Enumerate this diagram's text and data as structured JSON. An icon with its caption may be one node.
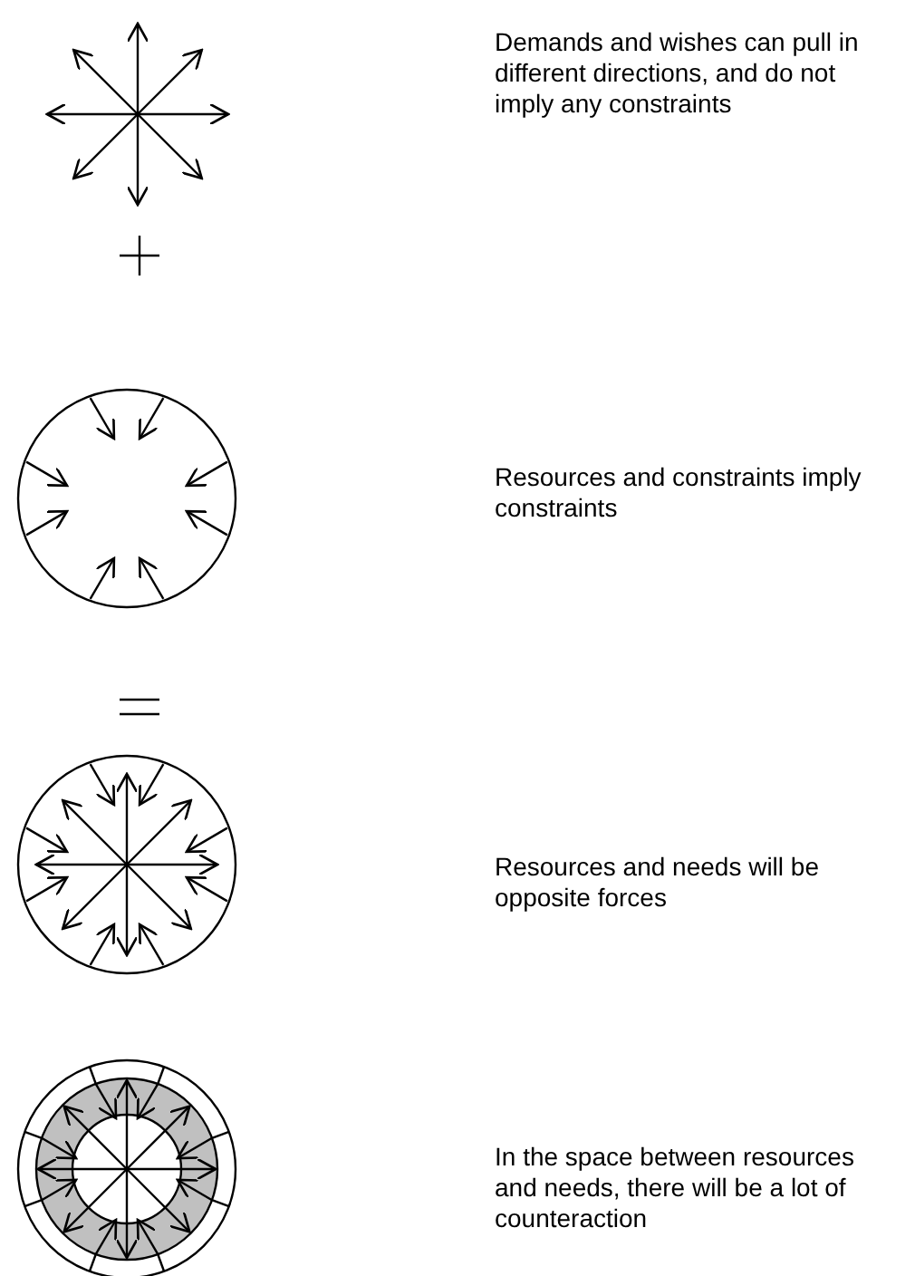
{
  "diagram": {
    "labels": [
      "Demands and wishes can pull in different directions, and do not imply any constraints",
      "Resources and constraints imply constraints",
      "Resources and needs will be opposite forces",
      "In the space between resources and needs, there will be a lot of counteraction"
    ]
  }
}
